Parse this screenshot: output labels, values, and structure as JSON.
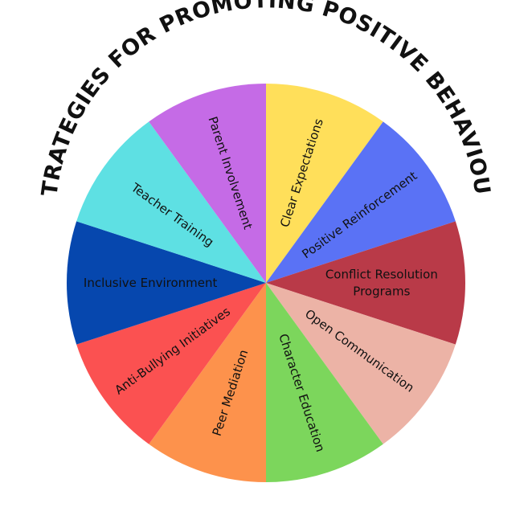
{
  "title": "STRATEGIES FOR PROMOTING POSITIVE BEHAVIOUR",
  "segments": [
    {
      "lines": [
        "Clear Expectations"
      ],
      "color": "#ffdf5a"
    },
    {
      "lines": [
        "Positive Reinforcement"
      ],
      "color": "#5a72f5"
    },
    {
      "lines": [
        "Conflict Resolution",
        "Programs"
      ],
      "color": "#b93a48"
    },
    {
      "lines": [
        "Open Communication"
      ],
      "color": "#ecb3a6"
    },
    {
      "lines": [
        "Character Education"
      ],
      "color": "#7cd65c"
    },
    {
      "lines": [
        "Peer Mediation"
      ],
      "color": "#fd924c"
    },
    {
      "lines": [
        "Anti-Bullying Initiatives"
      ],
      "color": "#fb5151"
    },
    {
      "lines": [
        "Inclusive Environment"
      ],
      "color": "#0647ae"
    },
    {
      "lines": [
        "Teacher Training"
      ],
      "color": "#5ee0e3"
    },
    {
      "lines": [
        "Parent Involvement"
      ],
      "color": "#c56be6"
    }
  ]
}
